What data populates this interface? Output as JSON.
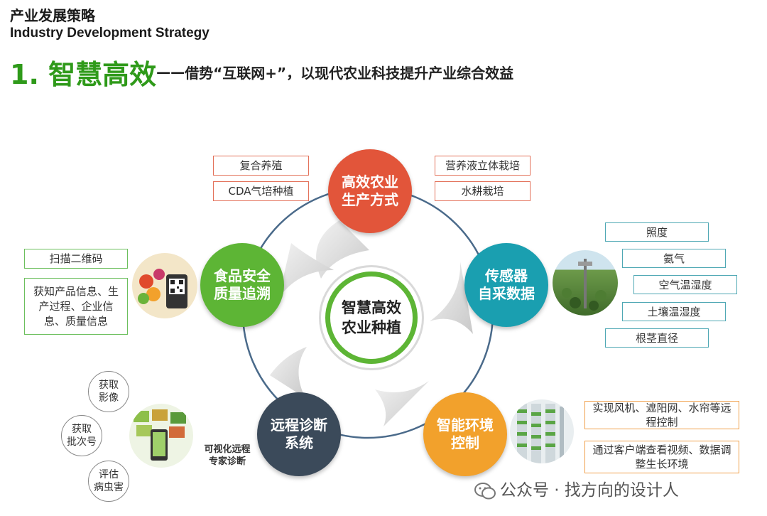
{
  "header": {
    "title_cn": "产业发展策略",
    "title_en": "Industry Development Strategy"
  },
  "section": {
    "title": "1. 智慧高效",
    "dash": "——",
    "subtitle": "借势“互联网+”，以现代农业科技提升产业综合效益"
  },
  "center": {
    "line1": "智慧高效",
    "line2": "农业种植"
  },
  "nodes": {
    "production": {
      "line1": "高效农业",
      "line2": "生产方式",
      "color": "#e2553a"
    },
    "sensor": {
      "line1": "传感器",
      "line2": "自采数据",
      "color": "#1a9fb0"
    },
    "environment": {
      "line1": "智能环境",
      "line2": "控制",
      "color": "#f2a12c"
    },
    "diagnosis": {
      "line1": "远程诊断",
      "line2": "系统",
      "color": "#3b4a5a"
    },
    "food": {
      "line1": "食品安全",
      "line2": "质量追溯",
      "color": "#5db535"
    }
  },
  "production_boxes": {
    "left": [
      "复合养殖",
      "CDA气培种植"
    ],
    "right": [
      "营养液立体栽培",
      "水耕栽培"
    ]
  },
  "sensor_boxes": [
    "照度",
    "氨气",
    "空气温湿度",
    "土壤温湿度",
    "根茎直径"
  ],
  "environment_boxes": [
    "实现风机、遮阳网、水帘等远程控制",
    "通过客户端查看视频、数据调整生长环境"
  ],
  "food_boxes": [
    "扫描二维码",
    "获知产品信息、生产过程、企业信息、质量信息"
  ],
  "diagnosis": {
    "note_line1": "可视化远程",
    "note_line2": "专家诊断",
    "bubbles": [
      {
        "line1": "获取",
        "line2": "影像"
      },
      {
        "line1": "获取",
        "line2": "批次号"
      },
      {
        "line1": "评估",
        "line2": "病虫害"
      }
    ]
  },
  "watermark": "公众号 · 找方向的设计人",
  "colors": {
    "title_green": "#2f9a1a",
    "ring": "#4a6a8a",
    "box_red": "#e3715a",
    "box_teal": "#4fa8b4",
    "box_green": "#6cbf5d",
    "box_orange": "#f0a04b"
  },
  "icons": [
    "wechat-icon"
  ]
}
